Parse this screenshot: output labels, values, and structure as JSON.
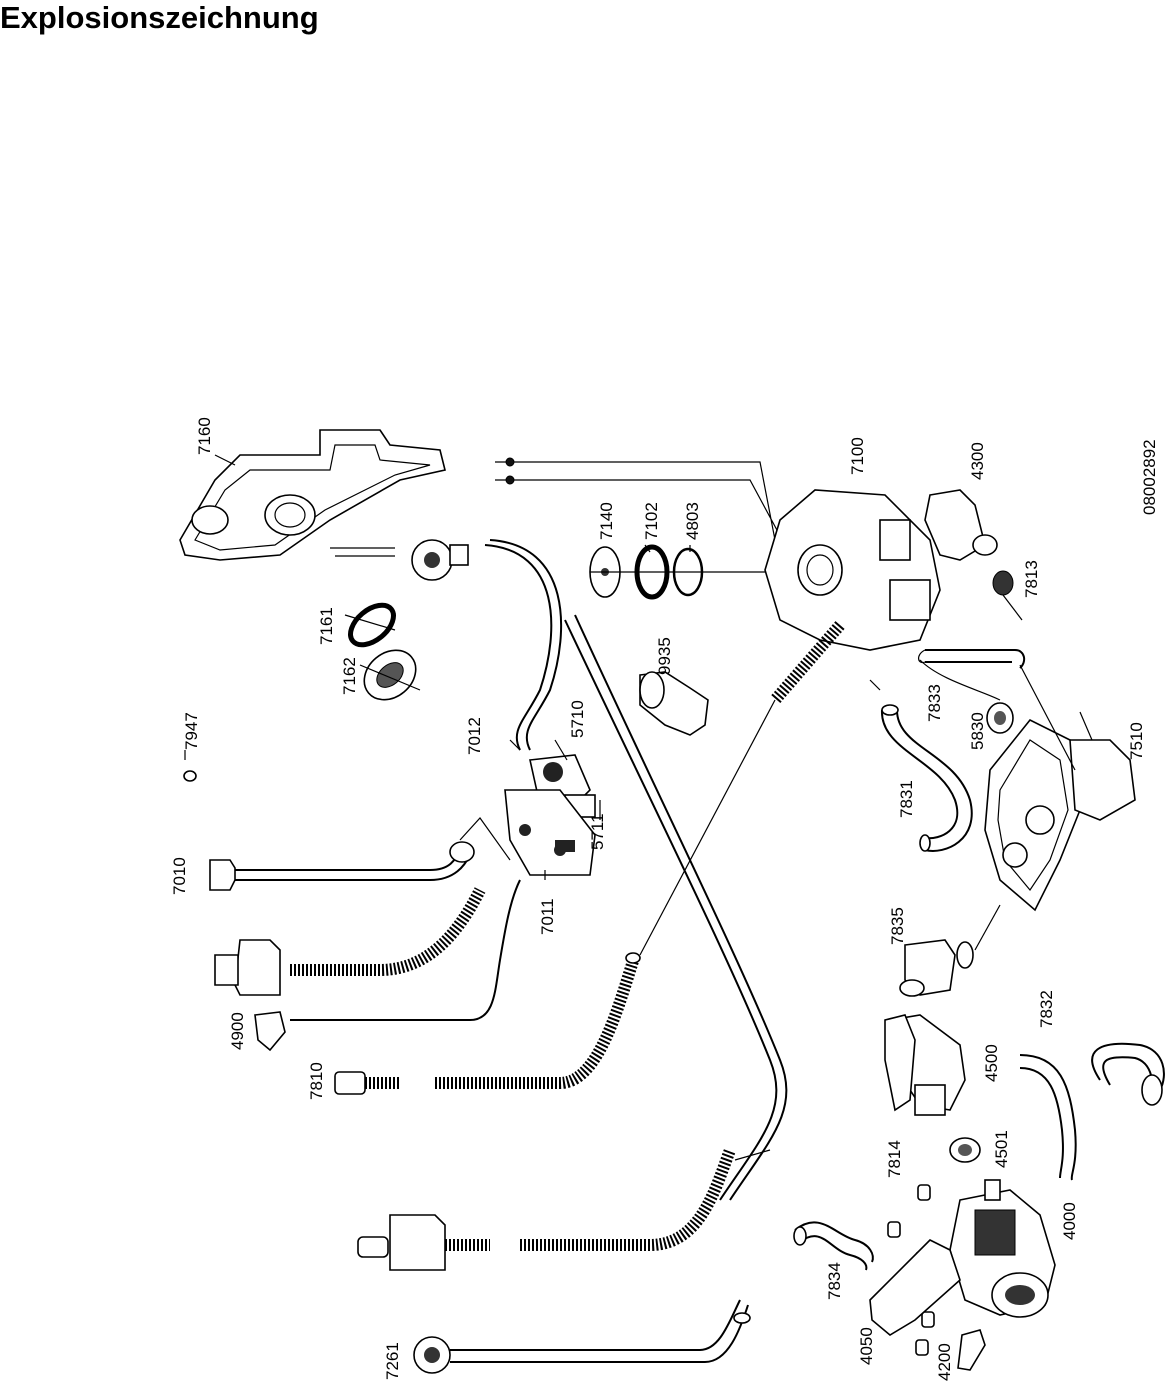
{
  "title": "Explosionszeichnung",
  "drawing_number": "08002892",
  "part_numbers": {
    "p7160": "7160",
    "p7161": "7161",
    "p7162": "7162",
    "p7947": "7947",
    "p7012": "7012",
    "p5710": "5710",
    "p5711": "5711",
    "p7010": "7010",
    "p7011": "7011",
    "p4900": "4900",
    "p7810": "7810",
    "p7261": "7261",
    "p7140": "7140",
    "p7102": "7102",
    "p4803": "4803",
    "p9935": "9935",
    "p7100": "7100",
    "p4300": "4300",
    "p7813": "7813",
    "p7833": "7833",
    "p5830": "5830",
    "p7510": "7510",
    "p7831": "7831",
    "p7835": "7835",
    "p7832": "7832",
    "p4500": "4500",
    "p4501": "4501",
    "p7814": "7814",
    "p4000": "4000",
    "p7834": "7834",
    "p4050": "4050",
    "p4200": "4200"
  }
}
